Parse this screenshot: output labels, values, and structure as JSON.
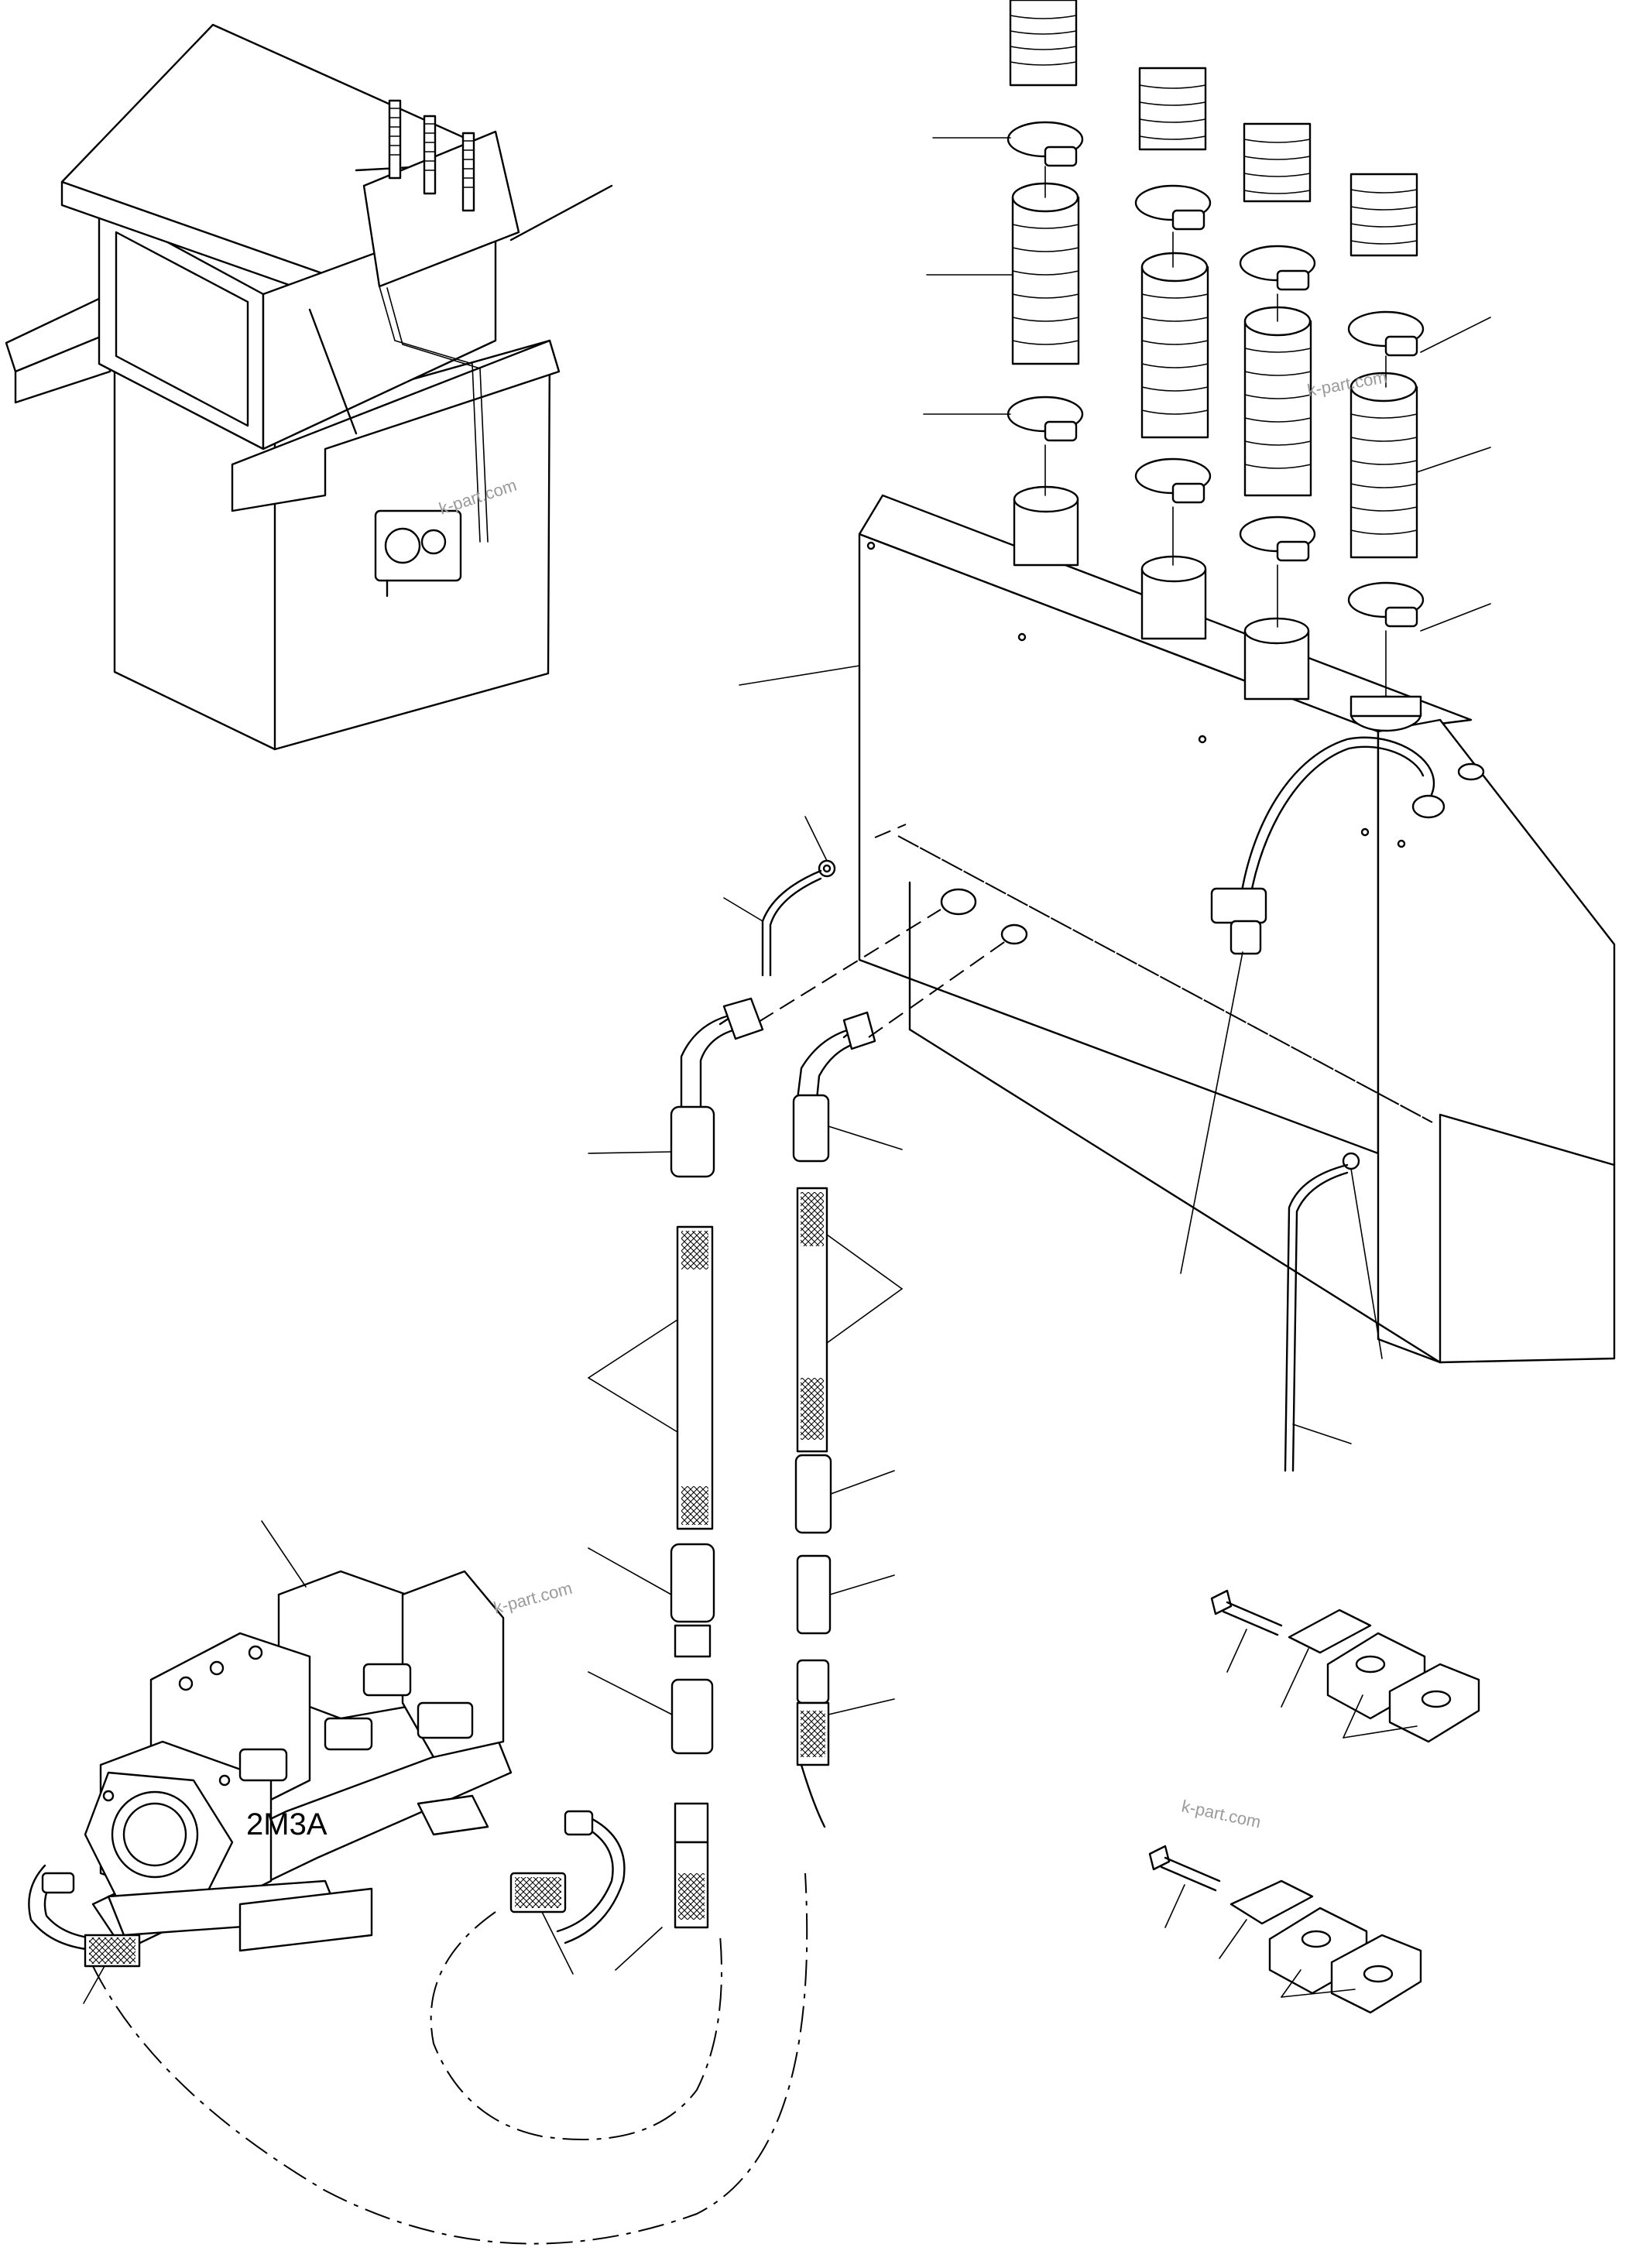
{
  "component_label": "2M3A",
  "watermarks": [
    "k-part.com",
    "k-part.com",
    "k-part.com",
    "k-part.com"
  ]
}
